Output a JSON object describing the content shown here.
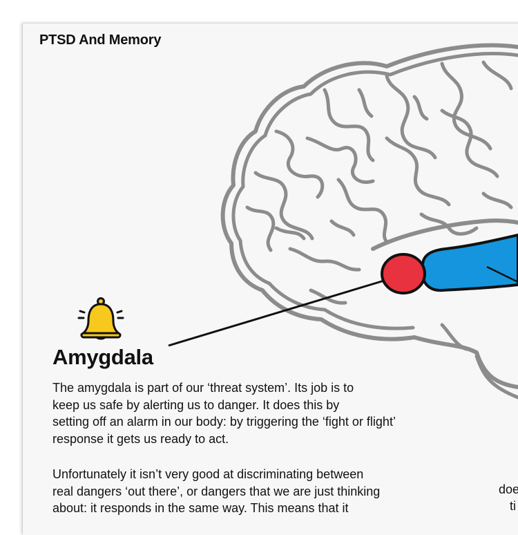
{
  "page": {
    "title": "PTSD And Memory"
  },
  "amygdala": {
    "icon": "bell-icon",
    "heading": "Amygdala",
    "paragraph1": [
      "The amygdala is part of our ‘threat system’.  Its job is to",
      "keep us safe by alerting us to danger.  It does this by",
      "setting off an alarm in our body:  by triggering the ‘fight or flight’",
      "response it gets us ready to act."
    ],
    "paragraph2": [
      "Unfortunately it isn’t very good at discriminating between",
      "real dangers  ‘out there’,  or dangers that we are just thinking",
      "about:  it responds in the same way.  This means that it"
    ]
  },
  "right_column_fragments": [
    "doe",
    "ti"
  ],
  "colors": {
    "amygdala": "#e8323f",
    "hippocampus": "#1495dd",
    "brain_outline": "#8c8c8c",
    "bell": "#f7c91e"
  }
}
